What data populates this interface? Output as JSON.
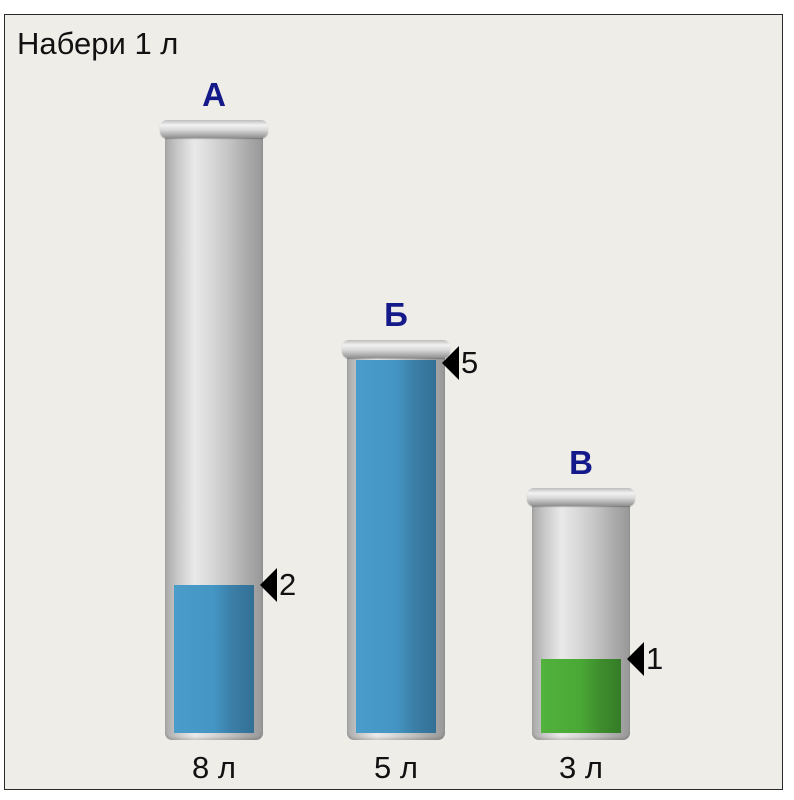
{
  "title": "Набери 1 л",
  "vessels": [
    {
      "letter": "А",
      "capacity_label": "8 л",
      "capacity": 8,
      "level": 2,
      "level_label": "2",
      "color": "#4495c3"
    },
    {
      "letter": "Б",
      "capacity_label": "5 л",
      "capacity": 5,
      "level": 5,
      "level_label": "5",
      "color": "#4495c3"
    },
    {
      "letter": "В",
      "capacity_label": "3 л",
      "capacity": 3,
      "level": 1,
      "level_label": "1",
      "color": "#4aa835"
    }
  ]
}
